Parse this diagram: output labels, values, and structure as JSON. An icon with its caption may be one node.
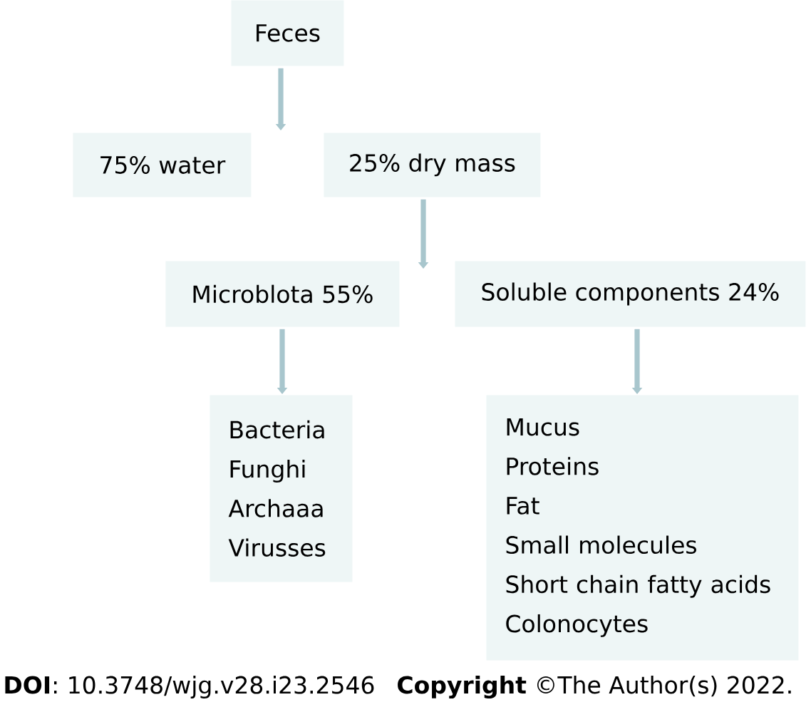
{
  "diagram": {
    "nodes": [
      {
        "text": [
          "Feces"
        ]
      },
      {
        "text": [
          "75% water"
        ]
      },
      {
        "text": [
          "25% dry mass"
        ]
      },
      {
        "text": [
          "Microblota 55%"
        ]
      },
      {
        "text": [
          "Soluble components 24%"
        ]
      },
      {
        "text": [
          "Bacteria",
          "Funghi",
          "Archaaa",
          "Virusses"
        ]
      },
      {
        "text": [
          "Mucus",
          "Proteins",
          "Fat",
          "Small molecules",
          "Short chain fatty acids",
          "Colonocytes"
        ]
      }
    ],
    "edges": [
      {
        "from": 0,
        "to": null,
        "arrow": "to"
      },
      {
        "from": 2,
        "to": null,
        "arrow": "to"
      },
      {
        "from": 3,
        "to": 5,
        "arrow": "to"
      },
      {
        "from": 4,
        "to": 6,
        "arrow": "to"
      }
    ],
    "labels": [
      "**DOI**: 10.3748/wjg.v28.i23.2546",
      "**Copyright** ©The Author(s) 2022."
    ]
  }
}
